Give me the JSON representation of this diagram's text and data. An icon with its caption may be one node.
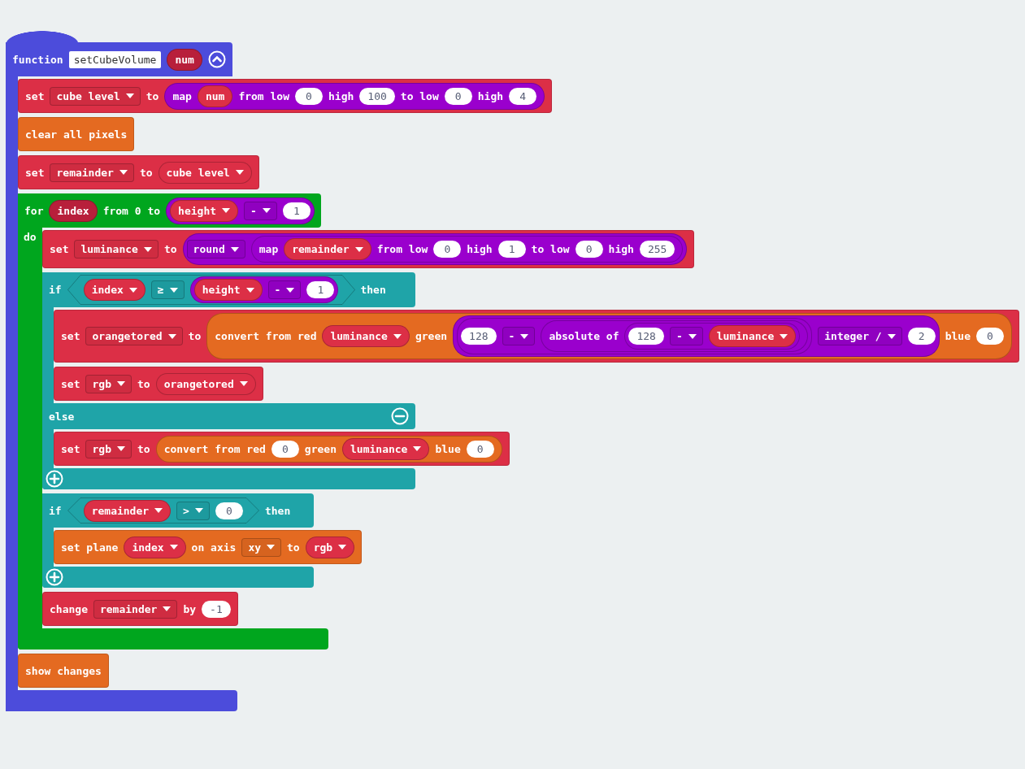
{
  "diagram": {
    "nodes": [
      {
        "text": [
          "function"
        ]
      },
      {
        "text": [
          "setCubeVolume"
        ],
        "in": 0
      },
      {
        "text": [
          "num"
        ],
        "in": 0
      },
      {
        "text": [
          "set",
          "to"
        ],
        "in": 0
      },
      {
        "text": [
          "cube level"
        ],
        "in": 3
      },
      {
        "text": [
          "map",
          "from low",
          "high",
          "to low",
          "high"
        ],
        "in": 3
      },
      {
        "text": [
          "num"
        ],
        "in": 5
      },
      {
        "text": [
          "0"
        ],
        "in": 5
      },
      {
        "text": [
          "100"
        ],
        "in": 5
      },
      {
        "text": [
          "0"
        ],
        "in": 5
      },
      {
        "text": [
          "4"
        ],
        "in": 5
      },
      {
        "text": [
          "clear all pixels"
        ],
        "in": 0
      },
      {
        "text": [
          "set",
          "to"
        ],
        "in": 0
      },
      {
        "text": [
          "remainder"
        ],
        "in": 12
      },
      {
        "text": [
          "cube level"
        ],
        "in": 12
      },
      {
        "text": [
          "for",
          "from 0 to",
          "do"
        ],
        "in": 0
      },
      {
        "text": [
          "index"
        ],
        "in": 15
      },
      {
        "text": [],
        "shape": "pill",
        "in": 15
      },
      {
        "text": [
          "height"
        ],
        "in": 17
      },
      {
        "text": [
          "-"
        ],
        "in": 17
      },
      {
        "text": [
          "1"
        ],
        "in": 17
      },
      {
        "text": [
          "set",
          "to"
        ],
        "in": 15
      },
      {
        "text": [
          "luminance"
        ],
        "in": 21
      },
      {
        "text": [],
        "shape": "pill",
        "in": 21
      },
      {
        "text": [
          "round"
        ],
        "in": 23
      },
      {
        "text": [
          "map",
          "from low",
          "high",
          "to low",
          "high"
        ],
        "in": 23
      },
      {
        "text": [
          "remainder"
        ],
        "in": 25
      },
      {
        "text": [
          "0"
        ],
        "in": 25
      },
      {
        "text": [
          "1"
        ],
        "in": 25
      },
      {
        "text": [
          "0"
        ],
        "in": 25
      },
      {
        "text": [
          "255"
        ],
        "in": 25
      },
      {
        "text": [
          "if",
          "then",
          "else"
        ],
        "in": 15
      },
      {
        "text": [],
        "shape": "hexagon",
        "in": 31
      },
      {
        "text": [
          "index"
        ],
        "in": 32
      },
      {
        "text": [
          "≥"
        ],
        "in": 32
      },
      {
        "text": [],
        "shape": "pill",
        "in": 32
      },
      {
        "text": [
          "height"
        ],
        "in": 35
      },
      {
        "text": [
          "-"
        ],
        "in": 35
      },
      {
        "text": [
          "1"
        ],
        "in": 35
      },
      {
        "text": [
          "set",
          "to"
        ],
        "in": 31
      },
      {
        "text": [
          "orangetored"
        ],
        "in": 39
      },
      {
        "text": [
          "convert from red",
          "green",
          "blue"
        ],
        "in": 39
      },
      {
        "text": [
          "luminance"
        ],
        "in": 41
      },
      {
        "text": [],
        "shape": "pill",
        "in": 41
      },
      {
        "text": [],
        "shape": "pill",
        "in": 43
      },
      {
        "text": [
          "128"
        ],
        "in": 44
      },
      {
        "text": [
          "-"
        ],
        "in": 44
      },
      {
        "text": [
          "absolute of"
        ],
        "in": 44
      },
      {
        "text": [],
        "shape": "pill",
        "in": 47
      },
      {
        "text": [
          "128"
        ],
        "in": 48
      },
      {
        "text": [
          "-"
        ],
        "in": 48
      },
      {
        "text": [
          "luminance"
        ],
        "in": 48
      },
      {
        "text": [
          "integer /"
        ],
        "in": 43
      },
      {
        "text": [
          "2"
        ],
        "in": 43
      },
      {
        "text": [
          "0"
        ],
        "in": 41
      },
      {
        "text": [
          "set",
          "to"
        ],
        "in": 31
      },
      {
        "text": [
          "rgb"
        ],
        "in": 55
      },
      {
        "text": [
          "orangetored"
        ],
        "in": 55
      },
      {
        "text": [
          "set",
          "to"
        ],
        "in": 31
      },
      {
        "text": [
          "rgb"
        ],
        "in": 58
      },
      {
        "text": [
          "convert from red",
          "green",
          "blue"
        ],
        "in": 58
      },
      {
        "text": [
          "0"
        ],
        "in": 60
      },
      {
        "text": [
          "luminance"
        ],
        "in": 60
      },
      {
        "text": [
          "0"
        ],
        "in": 60
      },
      {
        "text": [
          "if",
          "then"
        ],
        "in": 15
      },
      {
        "text": [],
        "shape": "hexagon",
        "in": 64
      },
      {
        "text": [
          "remainder"
        ],
        "in": 65
      },
      {
        "text": [
          ">"
        ],
        "in": 65
      },
      {
        "text": [
          "0"
        ],
        "in": 65
      },
      {
        "text": [
          "set plane",
          "on axis",
          "to"
        ],
        "in": 64
      },
      {
        "text": [
          "index"
        ],
        "in": 69
      },
      {
        "text": [
          "xy"
        ],
        "in": 69
      },
      {
        "text": [
          "rgb"
        ],
        "in": 69
      },
      {
        "text": [
          "change",
          "by"
        ],
        "in": 15
      },
      {
        "text": [
          "remainder"
        ],
        "in": 73
      },
      {
        "text": [
          "-1"
        ],
        "in": 73
      },
      {
        "text": [
          "show changes"
        ],
        "in": 0
      }
    ]
  }
}
